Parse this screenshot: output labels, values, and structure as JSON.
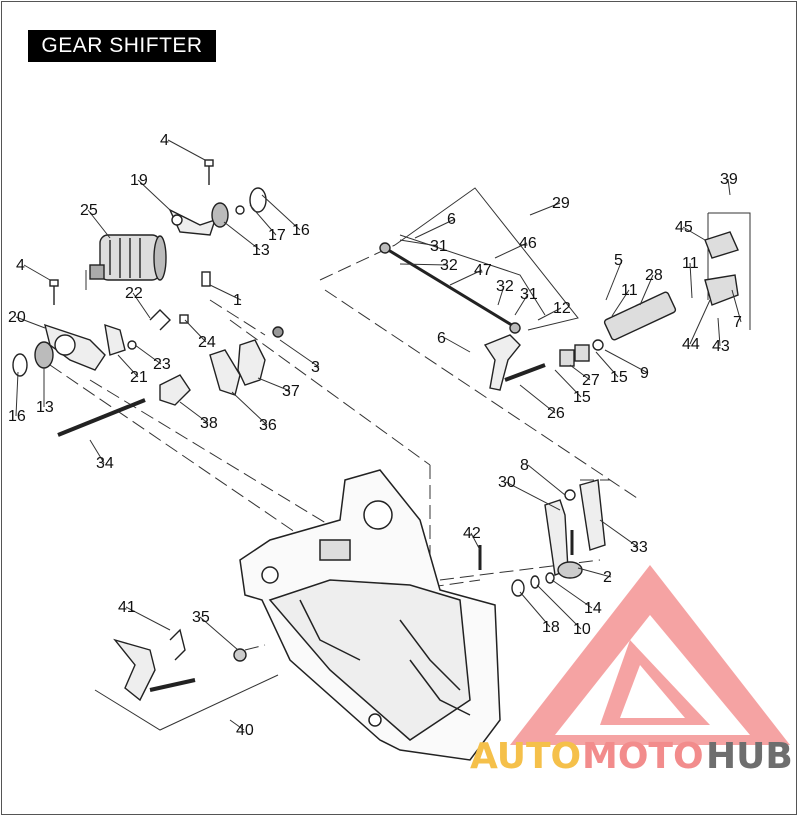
{
  "title": "GEAR SHIFTER",
  "callouts": [
    {
      "label": "4"
    },
    {
      "label": "19"
    },
    {
      "label": "25"
    },
    {
      "label": "17"
    },
    {
      "label": "16"
    },
    {
      "label": "13"
    },
    {
      "label": "4"
    },
    {
      "label": "1"
    },
    {
      "label": "22"
    },
    {
      "label": "20"
    },
    {
      "label": "24"
    },
    {
      "label": "23"
    },
    {
      "label": "21"
    },
    {
      "label": "16"
    },
    {
      "label": "13"
    },
    {
      "label": "3"
    },
    {
      "label": "37"
    },
    {
      "label": "38"
    },
    {
      "label": "36"
    },
    {
      "label": "34"
    },
    {
      "label": "29"
    },
    {
      "label": "6"
    },
    {
      "label": "31"
    },
    {
      "label": "46"
    },
    {
      "label": "32"
    },
    {
      "label": "47"
    },
    {
      "label": "32"
    },
    {
      "label": "31"
    },
    {
      "label": "12"
    },
    {
      "label": "6"
    },
    {
      "label": "27"
    },
    {
      "label": "15"
    },
    {
      "label": "9"
    },
    {
      "label": "26"
    },
    {
      "label": "15"
    },
    {
      "label": "39"
    },
    {
      "label": "45"
    },
    {
      "label": "5"
    },
    {
      "label": "11"
    },
    {
      "label": "28"
    },
    {
      "label": "11"
    },
    {
      "label": "7"
    },
    {
      "label": "44"
    },
    {
      "label": "43"
    },
    {
      "label": "8"
    },
    {
      "label": "30"
    },
    {
      "label": "33"
    },
    {
      "label": "42"
    },
    {
      "label": "2"
    },
    {
      "label": "14"
    },
    {
      "label": "18"
    },
    {
      "label": "10"
    },
    {
      "label": "41"
    },
    {
      "label": "35"
    },
    {
      "label": "40"
    }
  ],
  "watermark": {
    "part1": "AUTO",
    "part2": "MOTO",
    "part3": "HUB",
    "colors": {
      "auto": "#f5c04a",
      "moto": "#f28c8c",
      "hub": "#6e6e6e",
      "logo": "#f07070"
    }
  }
}
